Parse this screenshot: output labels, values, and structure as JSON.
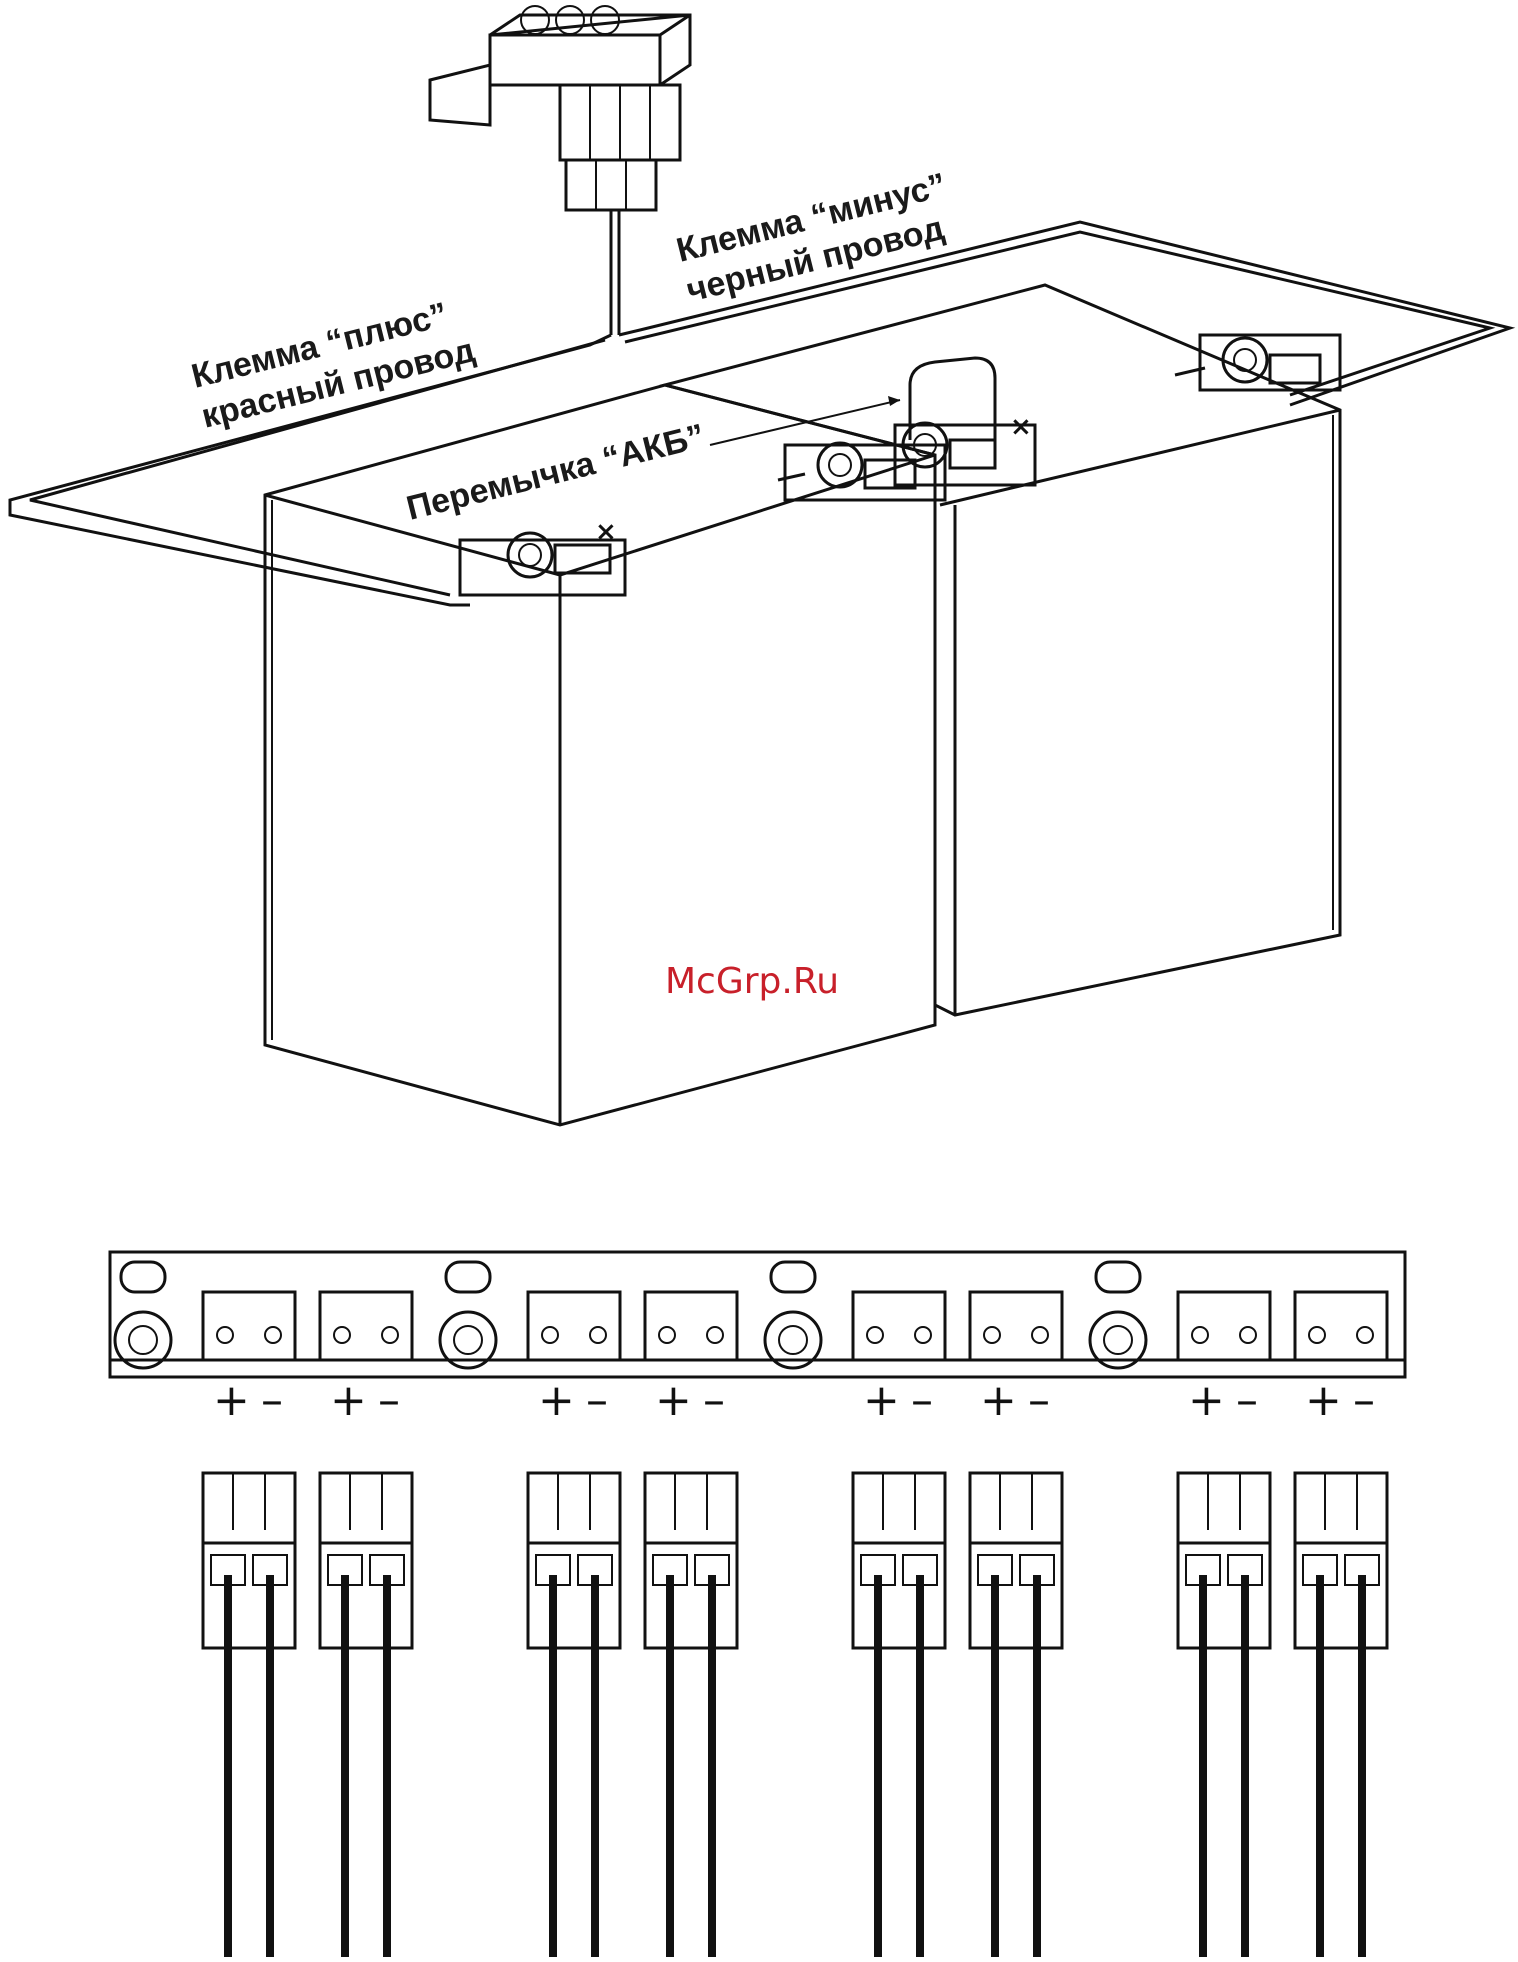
{
  "labels": {
    "plus_terminal_line1": "Клемма “плюс”",
    "plus_terminal_line2": "красный провод",
    "minus_terminal_line1": "Клемма “минус”",
    "minus_terminal_line2": "черный провод",
    "jumper": "Перемычка “АКБ”",
    "watermark": "McGrp.Ru"
  },
  "terminal_strip": {
    "groups": 4,
    "ports_per_group": 2,
    "polarity": [
      "+",
      "–"
    ]
  },
  "colors": {
    "watermark": "#c8202a",
    "line": "#111111"
  }
}
